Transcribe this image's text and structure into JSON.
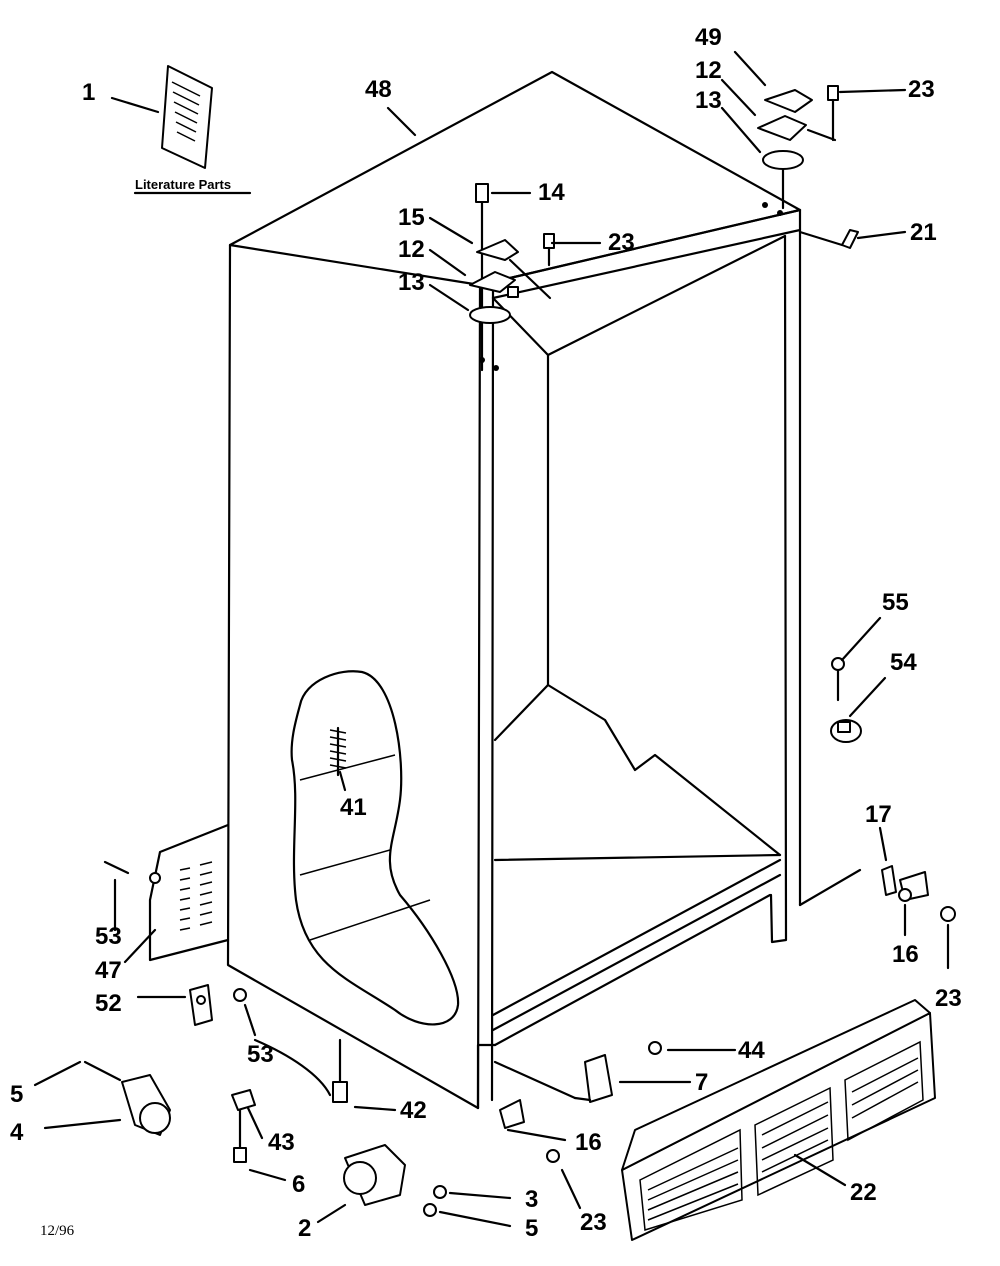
{
  "literature_caption": "Literature Parts",
  "date_code": "12/96",
  "callouts": {
    "c1": "1",
    "c48": "48",
    "c49": "49",
    "c12a": "12",
    "c13a": "13",
    "c23a": "23",
    "c14": "14",
    "c15": "15",
    "c23b": "23",
    "c12b": "12",
    "c13b": "13",
    "c21": "21",
    "c55": "55",
    "c54": "54",
    "c41": "41",
    "c17": "17",
    "c16a": "16",
    "c23c": "23",
    "c53a": "53",
    "c47": "47",
    "c52": "52",
    "c53b": "53",
    "c44": "44",
    "c7": "7",
    "c5a": "5",
    "c4": "4",
    "c42": "42",
    "c43": "43",
    "c16b": "16",
    "c6": "6",
    "c3": "3",
    "c22": "22",
    "c2": "2",
    "c5b": "5",
    "c23d": "23"
  }
}
